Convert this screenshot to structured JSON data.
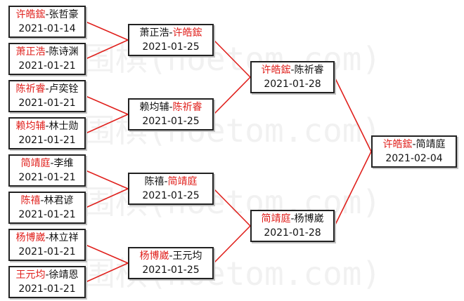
{
  "watermark": "围棋(hoetom.com)",
  "colors": {
    "winner": "#e0201c",
    "line": "#e0201c",
    "border": "#222222"
  },
  "round1": [
    {
      "winner": "许皓鋐",
      "separator": "-",
      "loser": "张哲豪",
      "winner_first": true,
      "date": "2021-01-14"
    },
    {
      "winner": "萧正浩",
      "separator": "-",
      "loser": "陈诗渊",
      "winner_first": true,
      "date": "2021-01-21"
    },
    {
      "winner": "陈祈睿",
      "separator": "-",
      "loser": "卢奕铨",
      "winner_first": true,
      "date": "2021-01-21"
    },
    {
      "winner": "赖均辅",
      "separator": "-",
      "loser": "林士勋",
      "winner_first": true,
      "date": "2021-01-21"
    },
    {
      "winner": "简靖庭",
      "separator": "-",
      "loser": "李维",
      "winner_first": true,
      "date": "2021-01-21"
    },
    {
      "winner": "陈禧",
      "separator": "-",
      "loser": "林君谚",
      "winner_first": true,
      "date": "2021-01-21"
    },
    {
      "winner": "杨博崴",
      "separator": "-",
      "loser": "林立祥",
      "winner_first": true,
      "date": "2021-01-21"
    },
    {
      "winner": "王元均",
      "separator": "-",
      "loser": "徐靖恩",
      "winner_first": true,
      "date": "2021-01-21"
    }
  ],
  "round2": [
    {
      "winner": "许皓鋐",
      "separator": "-",
      "loser": "萧正浩",
      "winner_first": false,
      "date": "2021-01-25"
    },
    {
      "winner": "陈祈睿",
      "separator": "-",
      "loser": "赖均辅",
      "winner_first": false,
      "date": "2021-01-25"
    },
    {
      "winner": "简靖庭",
      "separator": "-",
      "loser": "陈禧",
      "winner_first": false,
      "date": "2021-01-25"
    },
    {
      "winner": "杨博崴",
      "separator": "-",
      "loser": "王元均",
      "winner_first": true,
      "date": "2021-01-25"
    }
  ],
  "round3": [
    {
      "winner": "许皓鋐",
      "separator": "-",
      "loser": "陈祈睿",
      "winner_first": true,
      "date": "2021-01-28"
    },
    {
      "winner": "简靖庭",
      "separator": "-",
      "loser": "杨博崴",
      "winner_first": true,
      "date": "2021-01-28"
    }
  ],
  "final": [
    {
      "winner": "许皓鋐",
      "separator": "-",
      "loser": "简靖庭",
      "winner_first": true,
      "date": "2021-02-04"
    }
  ]
}
